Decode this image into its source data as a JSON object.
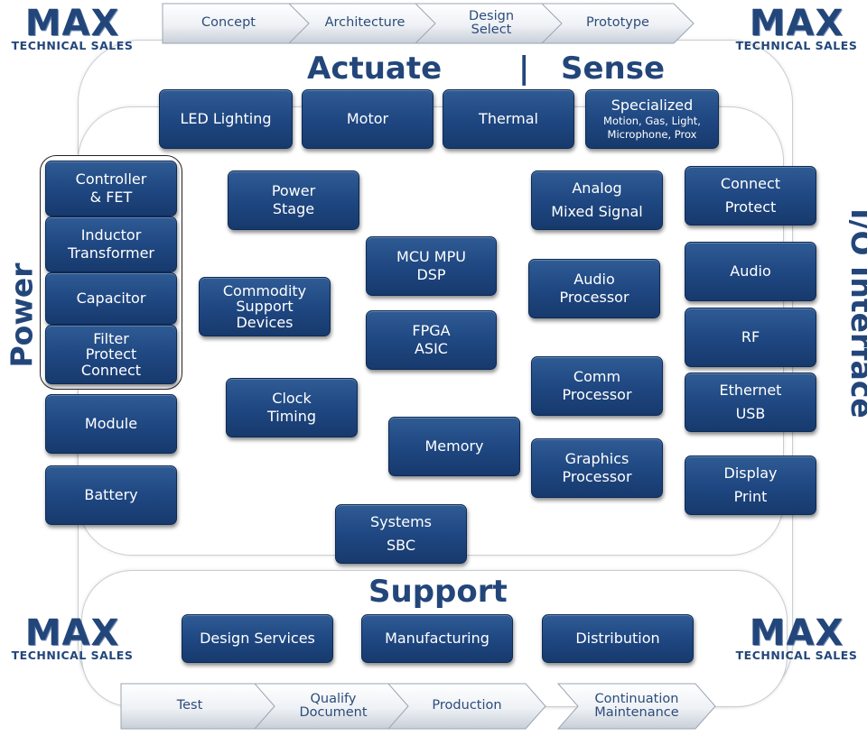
{
  "logo": {
    "name": "MAX",
    "tagline": "TECHNICAL SALES",
    "color": "#23467a"
  },
  "top_process": [
    {
      "label": [
        "Concept"
      ]
    },
    {
      "label": [
        "Architecture"
      ]
    },
    {
      "label": [
        "Design",
        "Select"
      ]
    },
    {
      "label": [
        "Prototype"
      ]
    }
  ],
  "bottom_process": [
    {
      "label": [
        "Test"
      ]
    },
    {
      "label": [
        "Qualify",
        "Document"
      ]
    },
    {
      "label": [
        "Production"
      ]
    },
    {
      "label": [
        "Continuation",
        "Maintenance"
      ]
    }
  ],
  "headers": {
    "actuate": "Actuate",
    "divider": "|",
    "sense": "Sense",
    "power": "Power",
    "io": "I/O Interface",
    "support": "Support"
  },
  "actuate_sense": [
    {
      "id": "led-lighting",
      "lines": [
        "LED Lighting"
      ]
    },
    {
      "id": "motor",
      "lines": [
        "Motor"
      ]
    },
    {
      "id": "thermal",
      "lines": [
        "Thermal"
      ]
    },
    {
      "id": "specialized",
      "lines": [
        "Specialized"
      ],
      "sub": [
        "Motion, Gas, Light,",
        "Microphone, Prox"
      ]
    }
  ],
  "power": [
    {
      "id": "controller-fet",
      "lines": [
        "Controller",
        "& FET"
      ]
    },
    {
      "id": "inductor-transformer",
      "lines": [
        "Inductor",
        "Transformer"
      ]
    },
    {
      "id": "capacitor",
      "lines": [
        "Capacitor"
      ]
    },
    {
      "id": "filter-protect-connect",
      "lines": [
        "Filter",
        "Protect",
        "Connect"
      ]
    },
    {
      "id": "module",
      "lines": [
        "Module"
      ]
    },
    {
      "id": "battery",
      "lines": [
        "Battery"
      ]
    }
  ],
  "center": [
    {
      "id": "power-stage",
      "lines": [
        "Power",
        "Stage"
      ]
    },
    {
      "id": "commodity-support-devices",
      "lines": [
        "Commodity",
        "Support",
        "Devices"
      ]
    },
    {
      "id": "clock-timing",
      "lines": [
        "Clock",
        "Timing"
      ]
    },
    {
      "id": "mcu-mpu-dsp",
      "lines": [
        "MCU MPU",
        "DSP"
      ]
    },
    {
      "id": "fpga-asic",
      "lines": [
        "FPGA",
        "ASIC"
      ]
    },
    {
      "id": "memory",
      "lines": [
        "Memory"
      ]
    },
    {
      "id": "systems-sbc",
      "lines": [
        "Systems",
        "SBC"
      ]
    },
    {
      "id": "analog-mixed-signal",
      "lines": [
        "Analog",
        "Mixed Signal"
      ]
    },
    {
      "id": "audio-processor",
      "lines": [
        "Audio",
        "Processor"
      ]
    },
    {
      "id": "comm-processor",
      "lines": [
        "Comm",
        "Processor"
      ]
    },
    {
      "id": "graphics-processor",
      "lines": [
        "Graphics",
        "Processor"
      ]
    }
  ],
  "io": [
    {
      "id": "connect-protect",
      "lines": [
        "Connect",
        "Protect"
      ]
    },
    {
      "id": "audio",
      "lines": [
        "Audio"
      ]
    },
    {
      "id": "rf",
      "lines": [
        "RF"
      ]
    },
    {
      "id": "ethernet-usb",
      "lines": [
        "Ethernet",
        "USB"
      ]
    },
    {
      "id": "display-print",
      "lines": [
        "Display",
        "Print"
      ]
    }
  ],
  "support": [
    {
      "id": "design-services",
      "lines": [
        "Design Services"
      ]
    },
    {
      "id": "manufacturing",
      "lines": [
        "Manufacturing"
      ]
    },
    {
      "id": "distribution",
      "lines": [
        "Distribution"
      ]
    }
  ],
  "colors": {
    "box": "#1e4680",
    "header": "#23467a",
    "arrow_text": "#2c4c7c"
  }
}
